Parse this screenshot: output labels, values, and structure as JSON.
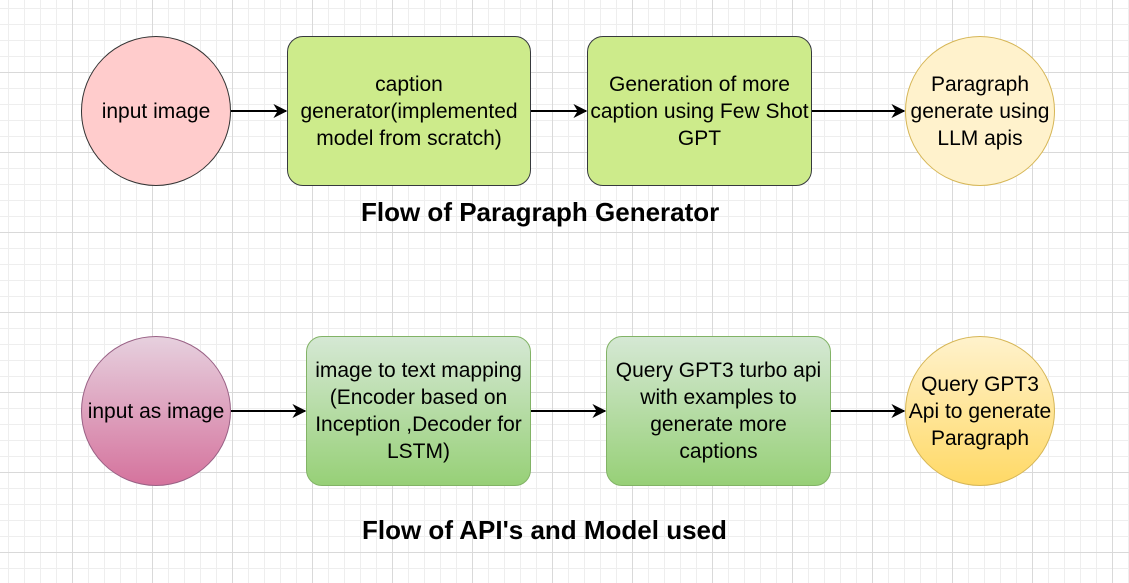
{
  "diagram": {
    "flow1": {
      "title": "Flow of Paragraph Generator",
      "nodes": [
        {
          "id": "input-image",
          "label": "input image"
        },
        {
          "id": "caption-gen",
          "label": "caption generator(implemented model from scratch)"
        },
        {
          "id": "few-shot",
          "label": "Generation of more caption using Few Shot GPT"
        },
        {
          "id": "paragraph",
          "label": "Paragraph generate using LLM apis"
        }
      ]
    },
    "flow2": {
      "title": "Flow of API's and Model used",
      "nodes": [
        {
          "id": "input-as-image",
          "label": "input as image"
        },
        {
          "id": "img-to-text",
          "label": "image to text mapping (Encoder based on Inception ,Decoder for LSTM)"
        },
        {
          "id": "gpt3-turbo",
          "label": "Query GPT3 turbo api with examples to generate more captions"
        },
        {
          "id": "gpt3-api",
          "label": "Query GPT3 Api to generate Paragraph"
        }
      ]
    },
    "edges": [
      [
        "input-image",
        "caption-gen"
      ],
      [
        "caption-gen",
        "few-shot"
      ],
      [
        "few-shot",
        "paragraph"
      ],
      [
        "input-as-image",
        "img-to-text"
      ],
      [
        "img-to-text",
        "gpt3-turbo"
      ],
      [
        "gpt3-turbo",
        "gpt3-api"
      ]
    ],
    "colors": {
      "grid": "#d9d9d9",
      "pink_fill": "#ffcccc",
      "lime_fill": "#cdeb8b",
      "yellow_fill": "#fff2cc",
      "magenta_gradient": [
        "#e6d0de",
        "#d5739d"
      ],
      "green_gradient": [
        "#d5e8d4",
        "#97d077"
      ],
      "gold_gradient": [
        "#fff2cc",
        "#ffd966"
      ],
      "edge": "#000000"
    }
  }
}
